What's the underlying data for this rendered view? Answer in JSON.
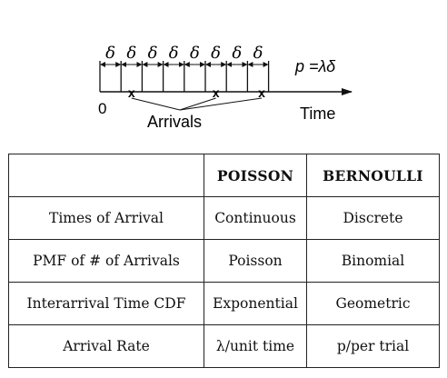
{
  "diagram": {
    "slot_label": "δ",
    "slot_count": 8,
    "probability_label": "p =λδ",
    "origin_label": "0",
    "axis_label": "Time",
    "arrivals_label": "Arrivals",
    "arrival_marker": "x",
    "arrival_slots": [
      2,
      6,
      8
    ]
  },
  "table": {
    "headers": [
      "",
      "POISSON",
      "BERNOULLI"
    ],
    "rows": [
      [
        "Times of Arrival",
        "Continuous",
        "Discrete"
      ],
      [
        "PMF of # of Arrivals",
        "Poisson",
        "Binomial"
      ],
      [
        "Interarrival Time CDF",
        "Exponential",
        "Geometric"
      ],
      [
        "Arrival Rate",
        "λ/unit time",
        "p/per trial"
      ]
    ]
  }
}
